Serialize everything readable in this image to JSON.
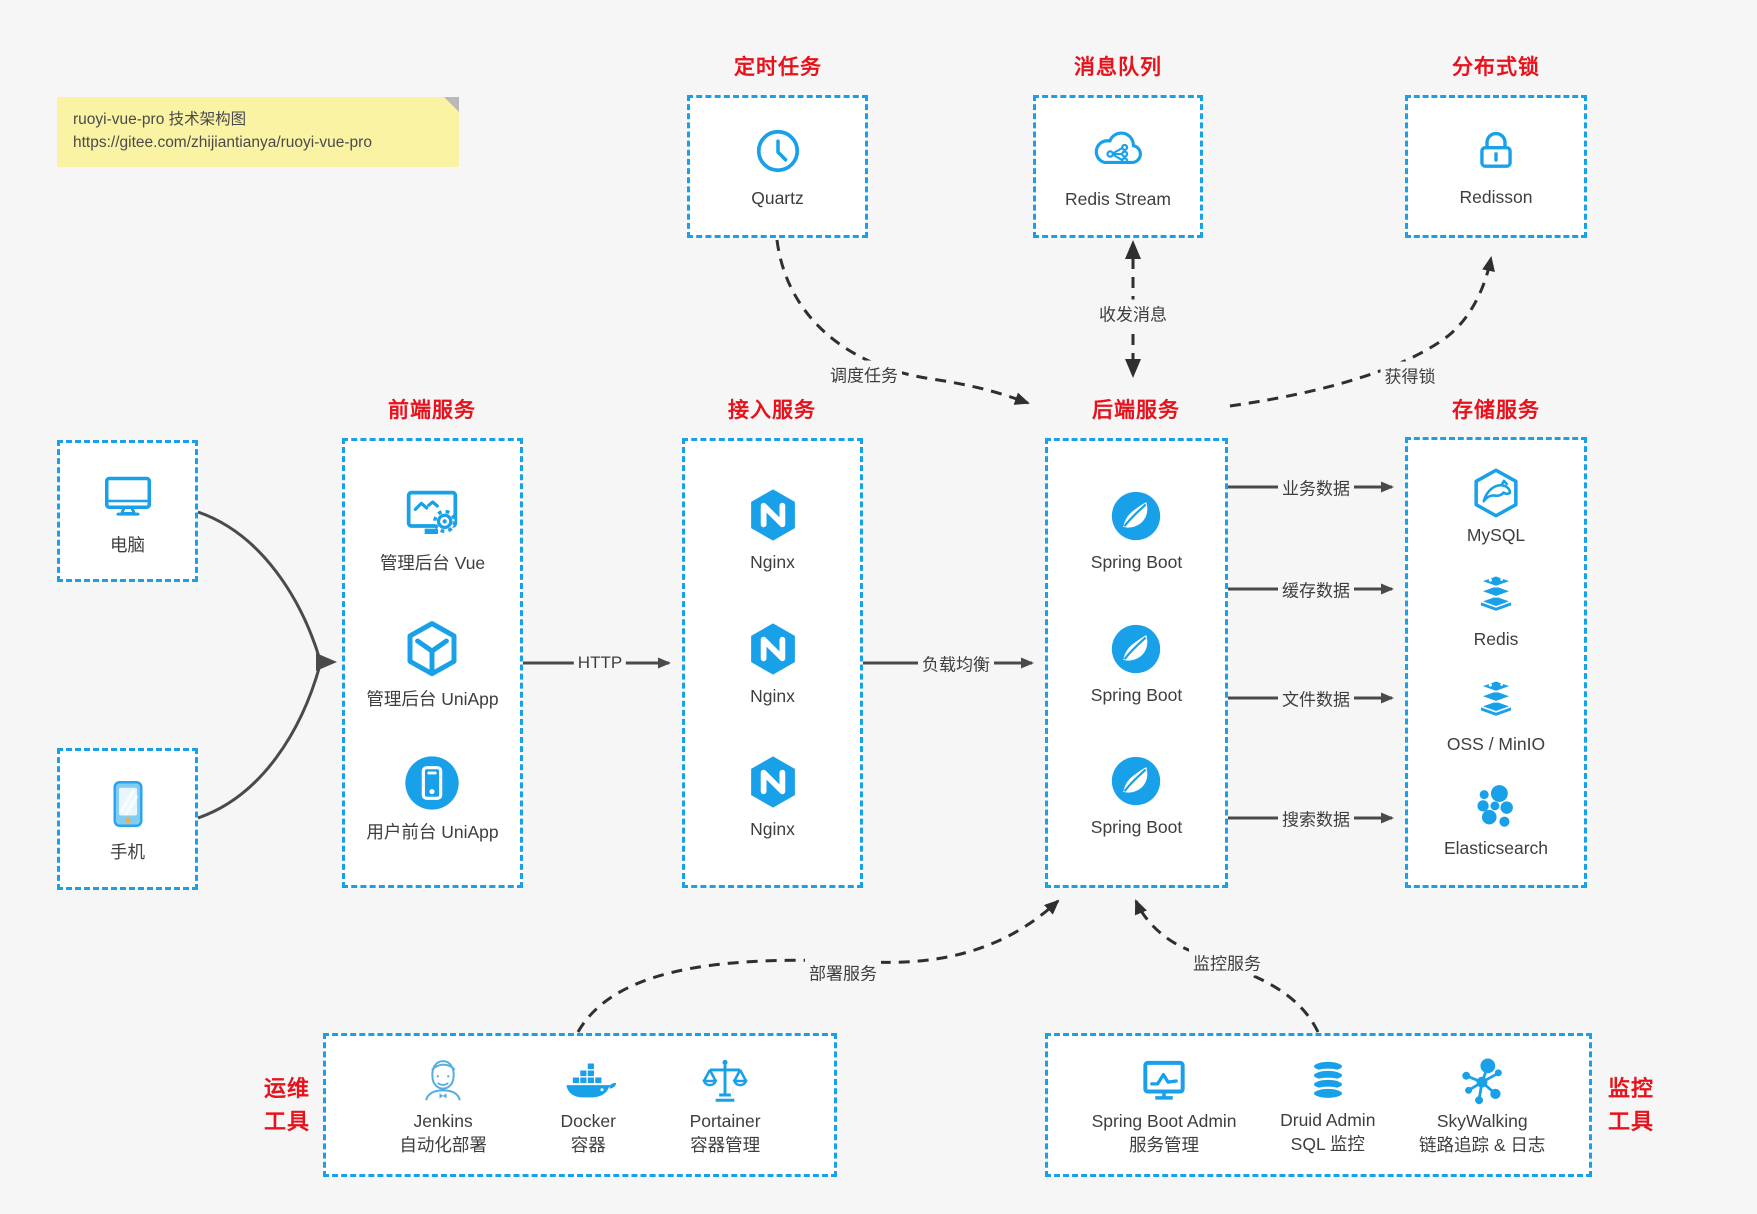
{
  "note": {
    "title": "ruoyi-vue-pro 技术架构图",
    "url": "https://gitee.com/zhijiantianya/ruoyi-vue-pro"
  },
  "colors": {
    "accent_blue": "#18a0e8",
    "title_red": "#e8121c",
    "note_bg": "#faf3a4",
    "solid_arrow": "#4a4a4a",
    "dashed_arrow": "#2f2f2f",
    "canvas_bg": "#f6f6f6"
  },
  "top_groups": [
    {
      "title": "定时任务",
      "item": {
        "icon": "clock-icon",
        "label": "Quartz"
      }
    },
    {
      "title": "消息队列",
      "item": {
        "icon": "cloud-stream-icon",
        "label": "Redis Stream"
      }
    },
    {
      "title": "分布式锁",
      "item": {
        "icon": "lock-icon",
        "label": "Redisson"
      }
    }
  ],
  "clients": [
    {
      "icon": "desktop-icon",
      "label": "电脑"
    },
    {
      "icon": "phone-icon",
      "label": "手机"
    }
  ],
  "frontend": {
    "title": "前端服务",
    "items": [
      {
        "icon": "admin-vue-icon",
        "label": "管理后台 Vue"
      },
      {
        "icon": "cube-icon",
        "label": "管理后台 UniApp"
      },
      {
        "icon": "app-circle-icon",
        "label": "用户前台 UniApp"
      }
    ]
  },
  "gateway": {
    "title": "接入服务",
    "items": [
      {
        "icon": "nginx-icon",
        "label": "Nginx"
      },
      {
        "icon": "nginx-icon",
        "label": "Nginx"
      },
      {
        "icon": "nginx-icon",
        "label": "Nginx"
      }
    ]
  },
  "backend": {
    "title": "后端服务",
    "items": [
      {
        "icon": "spring-icon",
        "label": "Spring Boot"
      },
      {
        "icon": "spring-icon",
        "label": "Spring Boot"
      },
      {
        "icon": "spring-icon",
        "label": "Spring Boot"
      }
    ]
  },
  "storage": {
    "title": "存储服务",
    "items": [
      {
        "icon": "mysql-icon",
        "label": "MySQL"
      },
      {
        "icon": "redis-stack-icon",
        "label": "Redis"
      },
      {
        "icon": "redis-stack-icon",
        "label": "OSS / MinIO"
      },
      {
        "icon": "elasticsearch-icon",
        "label": "Elasticsearch"
      }
    ]
  },
  "ops": {
    "title_lines": [
      "运维",
      "工具"
    ],
    "items": [
      {
        "icon": "jenkins-icon",
        "name": "Jenkins",
        "desc": "自动化部署"
      },
      {
        "icon": "docker-icon",
        "name": "Docker",
        "desc": "容器"
      },
      {
        "icon": "portainer-icon",
        "name": "Portainer",
        "desc": "容器管理"
      }
    ]
  },
  "monitoring": {
    "title_lines": [
      "监控",
      "工具"
    ],
    "items": [
      {
        "icon": "monitor-chart-icon",
        "name": "Spring Boot Admin",
        "desc": "服务管理"
      },
      {
        "icon": "database-icon",
        "name": "Druid Admin",
        "desc": "SQL 监控"
      },
      {
        "icon": "topology-icon",
        "name": "SkyWalking",
        "desc": "链路追踪 & 日志"
      }
    ]
  },
  "edges": {
    "http": "HTTP",
    "load_balance": "负载均衡",
    "schedule": "调度任务",
    "messaging": "收发消息",
    "lock": "获得锁",
    "business": "业务数据",
    "cache": "缓存数据",
    "file": "文件数据",
    "search": "搜索数据",
    "deploy": "部署服务",
    "monitor": "监控服务"
  }
}
